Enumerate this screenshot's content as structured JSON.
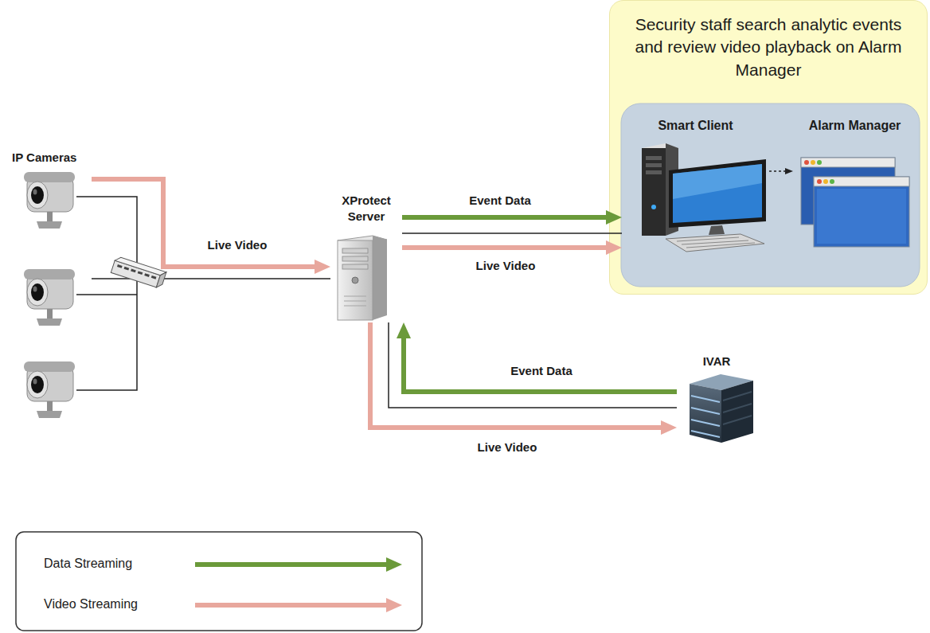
{
  "diagram": {
    "nodes": [
      {
        "text": [
          "Security staff search analytic events and review video playback on Alarm Manager"
        ]
      },
      {
        "text": [
          "Smart Client"
        ],
        "in": 0
      },
      {
        "text": [
          "Alarm Manager"
        ],
        "in": 0
      },
      {
        "text": [
          "IP Cameras"
        ]
      },
      {
        "text": [
          "XProtect Server"
        ]
      },
      {
        "text": [
          "IVAR"
        ]
      }
    ],
    "edges": [
      {
        "from": 3,
        "to": 4,
        "label": "Live Video",
        "arrow": "to"
      },
      {
        "from": 3,
        "to": 4,
        "arrow": "none"
      },
      {
        "from": 4,
        "to": 1,
        "label": "Event Data",
        "arrow": "to"
      },
      {
        "from": 4,
        "to": 1,
        "label": "Live Video",
        "arrow": "to"
      },
      {
        "from": 4,
        "to": 1,
        "arrow": "none"
      },
      {
        "from": 5,
        "to": 4,
        "label": "Event Data",
        "arrow": "to"
      },
      {
        "from": 4,
        "to": 5,
        "label": "Live Video",
        "arrow": "to"
      },
      {
        "from": 4,
        "to": 5,
        "arrow": "none"
      },
      {
        "from": 1,
        "to": 2,
        "arrow": "to"
      }
    ],
    "legend": [
      {
        "text": "Data Streaming"
      },
      {
        "text": "Video Streaming"
      }
    ]
  }
}
